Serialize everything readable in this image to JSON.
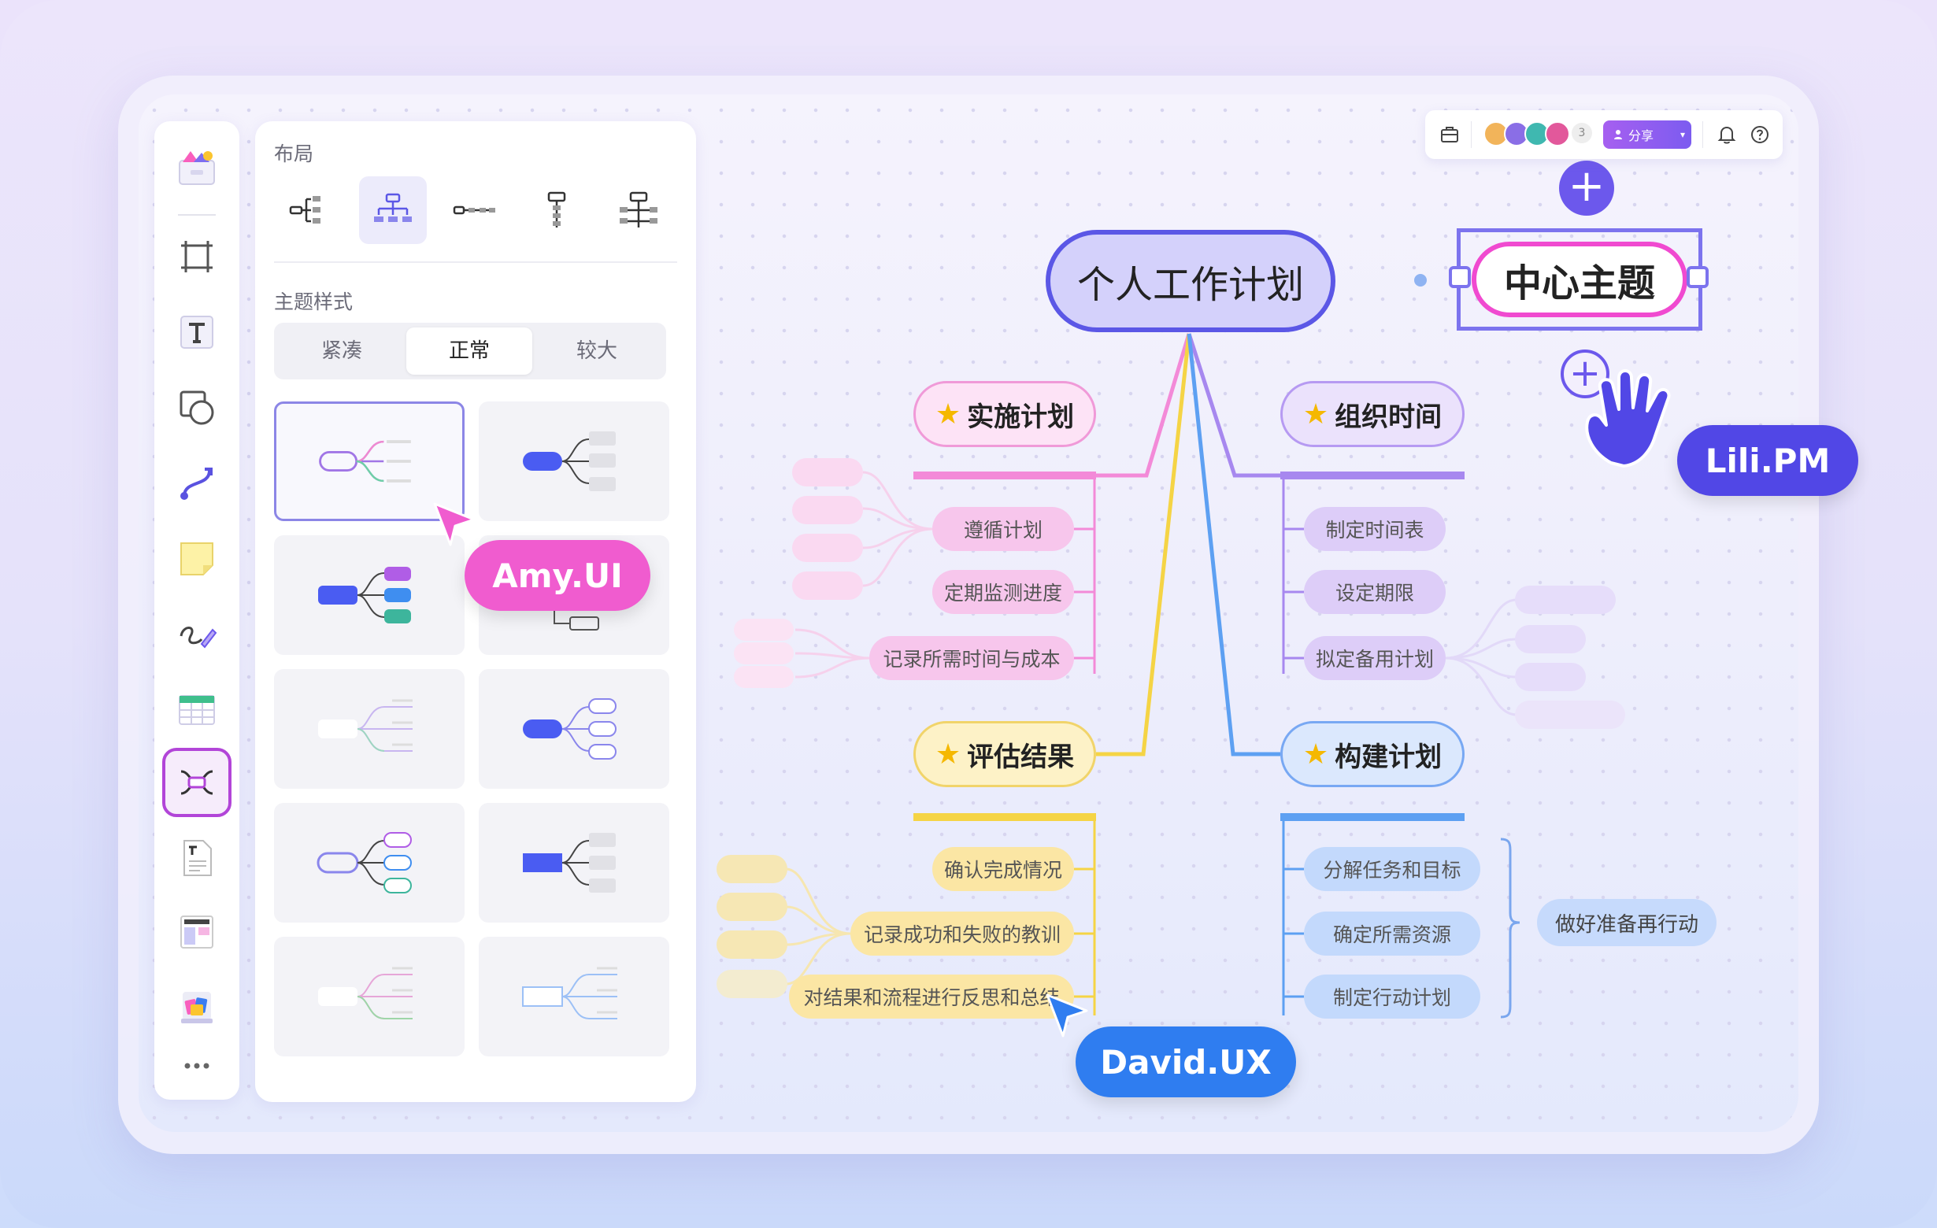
{
  "panel": {
    "layout_label": "布局",
    "theme_style_label": "主题样式",
    "density_options": [
      "紧凑",
      "正常",
      "较大"
    ],
    "density_selected": "正常"
  },
  "toolbar": {
    "tools": [
      "templates-icon",
      "frame-icon",
      "text-icon",
      "shape-icon",
      "connector-icon",
      "sticky-note-icon",
      "pen-icon",
      "table-icon",
      "mindmap-icon",
      "document-icon",
      "layout-icon",
      "stickers-icon",
      "more-icon"
    ],
    "active_tool": "mindmap-icon"
  },
  "topbar": {
    "collaborator_count": "3",
    "share_label": "分享"
  },
  "mindmap": {
    "root": "个人工作计划",
    "center_topic": "中心主题",
    "branches": [
      {
        "title": "实施计划",
        "children": [
          "遵循计划",
          "定期监测进度",
          "记录所需时间与成本"
        ]
      },
      {
        "title": "组织时间",
        "children": [
          "制定时间表",
          "设定期限",
          "拟定备用计划"
        ]
      },
      {
        "title": "评估结果",
        "children": [
          "确认完成情况",
          "记录成功和失败的教训",
          "对结果和流程进行反思和总结"
        ]
      },
      {
        "title": "构建计划",
        "children": [
          "分解任务和目标",
          "确定所需资源",
          "制定行动计划"
        ],
        "summary": "做好准备再行动"
      }
    ]
  },
  "collaborators": {
    "amy": "Amy.UI",
    "david": "David.UX",
    "lili": "Lili.PM"
  },
  "colors": {
    "accent": "#5b57e6",
    "pink": "#f05ccf",
    "purple": "#b69af2",
    "yellow": "#f5d445",
    "blue": "#2f7df0"
  }
}
